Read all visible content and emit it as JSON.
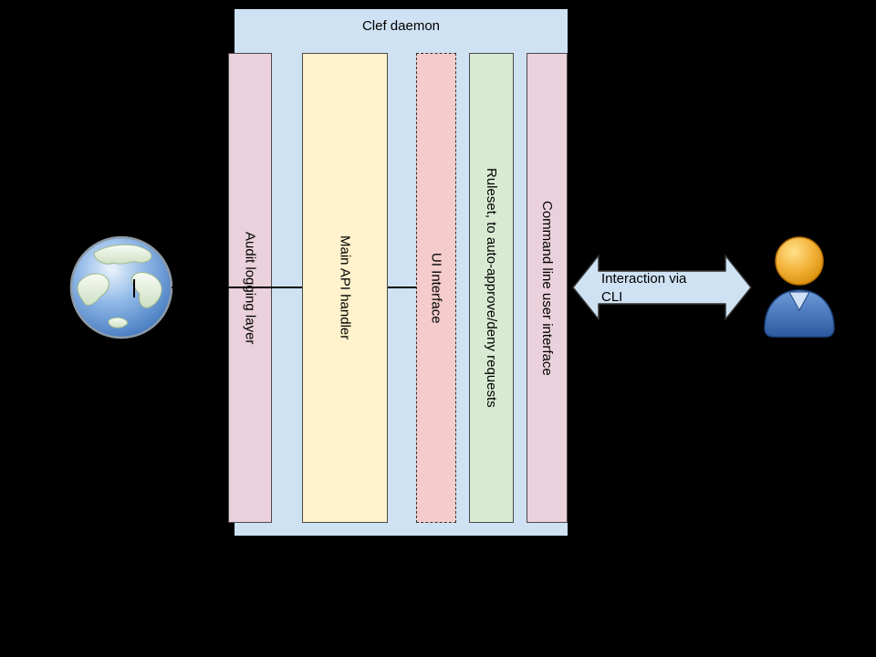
{
  "diagram": {
    "daemon": {
      "title": "Clef daemon"
    },
    "columns": [
      {
        "label": "Audit logging layer"
      },
      {
        "label": "Main API handler"
      },
      {
        "label": "UI Interface"
      },
      {
        "label": "Ruleset, to auto-approve/deny requests"
      },
      {
        "label": "Command line user interface"
      }
    ],
    "arrow": {
      "label": "Interaction via CLI"
    },
    "icons": {
      "left": "globe-icon",
      "right": "user-icon"
    },
    "colors": {
      "background": "#000000",
      "daemon_container": "#cfe2f3",
      "audit_column": "#ead1dc",
      "api_column": "#fff2cc",
      "ui_column": "#f4cccc",
      "ruleset_column": "#d9ead3",
      "cli_column": "#ead1dc",
      "arrow_fill": "#cfe2f3",
      "text": "#000000"
    }
  }
}
